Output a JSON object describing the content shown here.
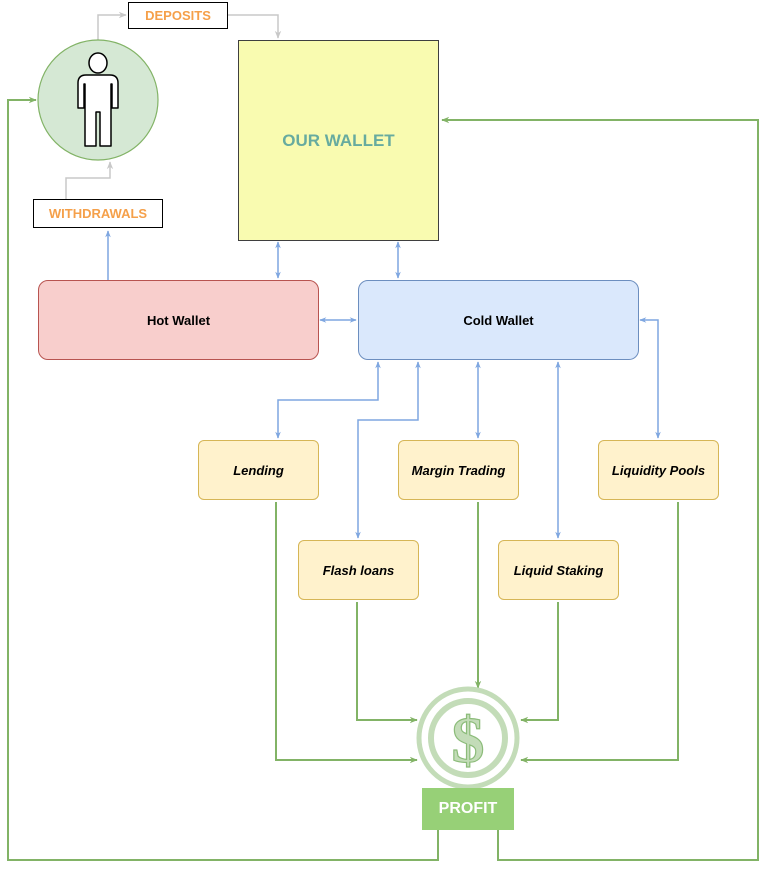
{
  "labels": {
    "deposits": "DEPOSITS",
    "withdrawals": "WITHDRAWALS",
    "our_wallet": "OUR WALLET",
    "hot_wallet": "Hot Wallet",
    "cold_wallet": "Cold Wallet",
    "profit": "PROFIT"
  },
  "strategies": {
    "lending": "Lending",
    "flash_loans": "Flash loans",
    "margin_trading": "Margin Trading",
    "liquid_staking": "Liquid Staking",
    "liquidity_pools": "Liquidity Pools"
  },
  "icons": {
    "user": "person-icon",
    "profit": "dollar-icon"
  },
  "colors": {
    "blue_arrow": "#7ea6e0",
    "green_arrow": "#82b366",
    "gray_arrow": "#c8c8c8",
    "orange_text": "#f5a04a",
    "wallet_text": "#67ab9f"
  }
}
